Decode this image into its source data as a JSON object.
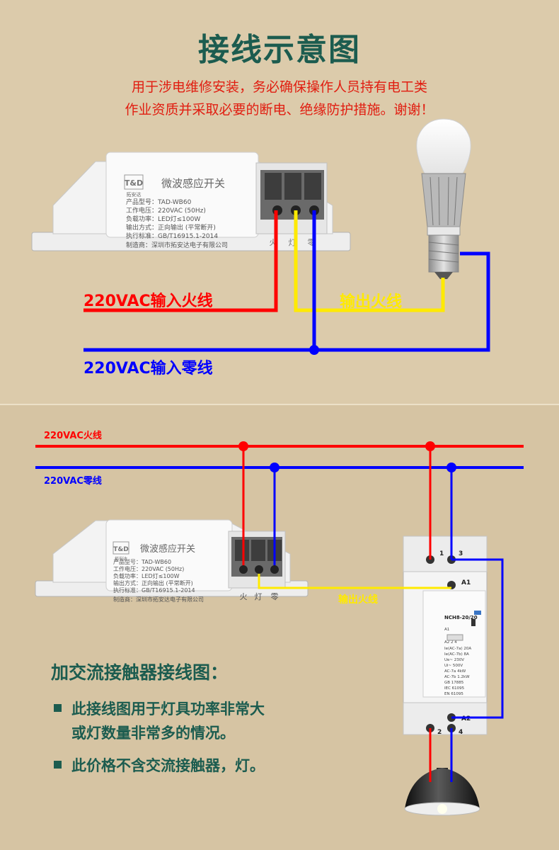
{
  "title": "接线示意图",
  "notice": [
    "用于涉电维修安装，务必确保操作人员持有电工类",
    "作业资质并采取必要的断电、绝缘防护措施。谢谢！"
  ],
  "device": {
    "logo": "T&D",
    "brand": "拓安达",
    "name": "微波感应开关",
    "specs": [
      "产品型号：TAD-WB60",
      "工作电压：220VAC (50Hz)",
      "负载功率：LED灯≤100W",
      "输出方式：正向输出 (平常断开)",
      "执行标准：GB/T16915.1-2014",
      "制造商：深圳市拓安达电子有限公司"
    ],
    "terminals": [
      "火",
      "灯",
      "零"
    ]
  },
  "diagram1": {
    "live_in": "220VAC输入火线",
    "out_live": "输出火线",
    "neutral_in": "220VAC输入零线"
  },
  "diagram2": {
    "live": "220VAC火线",
    "neutral": "220VAC零线",
    "out_live": "输出火线",
    "contactor": {
      "model": "NCH8-20/20",
      "terminals": [
        "1",
        "3",
        "A1",
        "A2",
        "2",
        "4"
      ],
      "specs": [
        "A1",
        "A2  2  4",
        "Ie(AC-7a)  20A",
        "Ie(AC-7b)  8A",
        "Ue~   230V",
        "Ui~   500V",
        "AC-7a   4kW",
        "AC-7b   1.2kW",
        "GB 17885",
        "IEC 61095",
        "EN 61095"
      ]
    }
  },
  "section": {
    "title": "加交流接触器接线图：",
    "bullets": [
      "此接线图用于灯具功率非常大",
      "或灯数量非常多的情况。",
      "此价格不含交流接触器，灯。"
    ]
  },
  "colors": {
    "title": "#1c5c4f",
    "live": "#ff0000",
    "neutral": "#0000ff",
    "out": "#ffea00",
    "notice": "#e11d10"
  }
}
